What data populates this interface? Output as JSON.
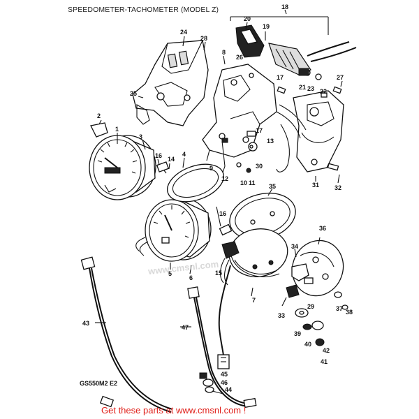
{
  "title": "SPEEDOMETER-TACHOMETER (MODEL Z)",
  "model_code": "GS550M2 E2",
  "watermark": "www.cmsnl.com",
  "footer": "Get these parts at www.cmsnl.com !",
  "callouts": [
    "1",
    "2",
    "3",
    "4",
    "5",
    "6",
    "7",
    "8",
    "9",
    "10",
    "11",
    "12",
    "13",
    "14",
    "15",
    "16",
    "17",
    "17",
    "18",
    "19",
    "20",
    "21",
    "22",
    "23",
    "24",
    "25",
    "26",
    "27",
    "28",
    "29",
    "30",
    "31",
    "32",
    "33",
    "34",
    "35",
    "36",
    "37",
    "38",
    "39",
    "40",
    "41",
    "42",
    "43",
    "44",
    "45",
    "46",
    "47"
  ]
}
